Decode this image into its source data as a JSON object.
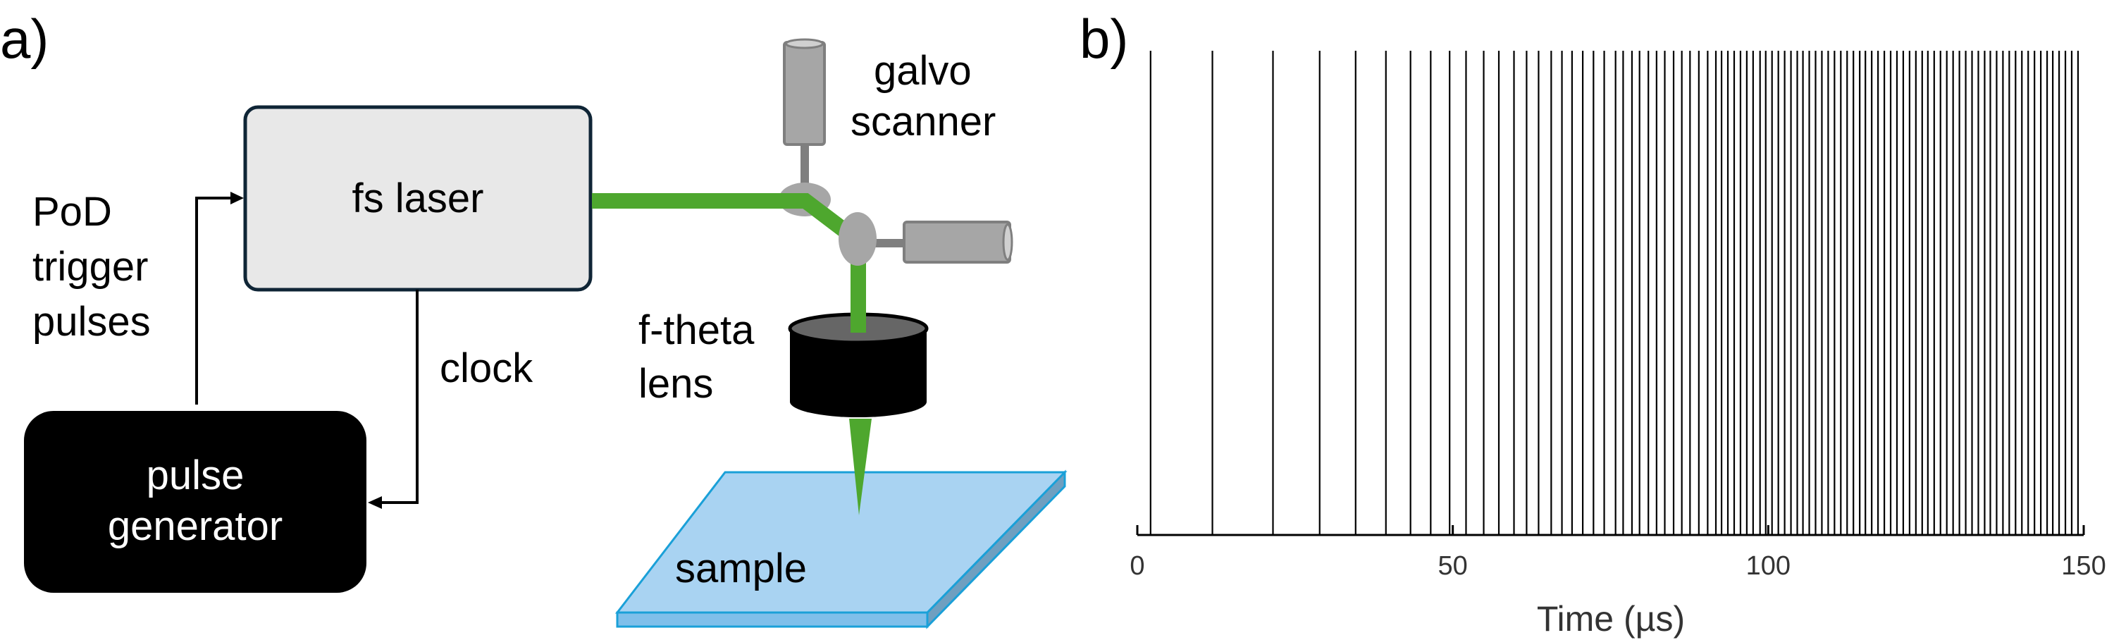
{
  "panel_a": {
    "label": "a)",
    "fs_laser": {
      "label": "fs laser"
    },
    "pulse_generator": {
      "line1": "pulse",
      "line2": "generator"
    },
    "trigger_label": {
      "line1": "PoD",
      "line2": "trigger",
      "line3": "pulses"
    },
    "clock_label": "clock",
    "galvo_label": {
      "line1": "galvo",
      "line2": "scanner"
    },
    "lens_label": {
      "line1": "f-theta",
      "line2": "lens"
    },
    "sample_label": "sample",
    "colors": {
      "beam": "#4ea72e",
      "laser_box_fill": "#e8e8e8",
      "laser_box_border": "#0f2536",
      "pulse_gen_fill": "#000000",
      "galvo_gray": "#a6a6a6",
      "galvo_stroke": "#7f7f7f",
      "lens_body": "#000000",
      "lens_top": "#666666",
      "sample_top": "#a9d3f2",
      "sample_front": "#7fbfea",
      "sample_side": "#6f9fc0",
      "sample_edge": "#1aa0d8"
    }
  },
  "panel_b": {
    "label": "b)"
  },
  "chart_data": {
    "type": "event-raster",
    "title": "",
    "xlabel": "Time (µs)",
    "ylabel": "",
    "xlim": [
      0,
      150
    ],
    "xticks": [
      0,
      50,
      100,
      150
    ],
    "xtick_labels": [
      "0",
      "50",
      "100",
      "150"
    ],
    "grid": false,
    "legend": null,
    "line_color": "#000000",
    "pulse_times_us": [
      2.1,
      11.9,
      21.5,
      28.9,
      34.6,
      39.4,
      43.3,
      46.5,
      49.5,
      52.1,
      54.9,
      57.3,
      59.7,
      61.7,
      63.6,
      65.6,
      67.3,
      68.9,
      70.6,
      72.3,
      74.0,
      75.8,
      77.0,
      78.4,
      79.6,
      81.0,
      82.3,
      83.6,
      85.0,
      86.3,
      87.6,
      89.0,
      90.4,
      91.7,
      92.6,
      93.6,
      94.6,
      95.6,
      96.6,
      97.6,
      98.7,
      99.6,
      100.6,
      101.6,
      102.6,
      103.6,
      104.6,
      105.5,
      106.5,
      107.5,
      108.5,
      109.5,
      110.5,
      111.5,
      112.5,
      113.5,
      114.5,
      115.4,
      116.4,
      117.4,
      118.4,
      119.4,
      120.4,
      121.4,
      122.4,
      123.4,
      124.4,
      125.3,
      126.3,
      127.3,
      128.3,
      129.3,
      130.3,
      131.3,
      132.3,
      133.3,
      134.3,
      135.2,
      136.2,
      137.2,
      138.2,
      139.2,
      140.2,
      141.2,
      142.2,
      143.2,
      144.2,
      145.1,
      146.1,
      147.1,
      148.1,
      149.1
    ]
  }
}
